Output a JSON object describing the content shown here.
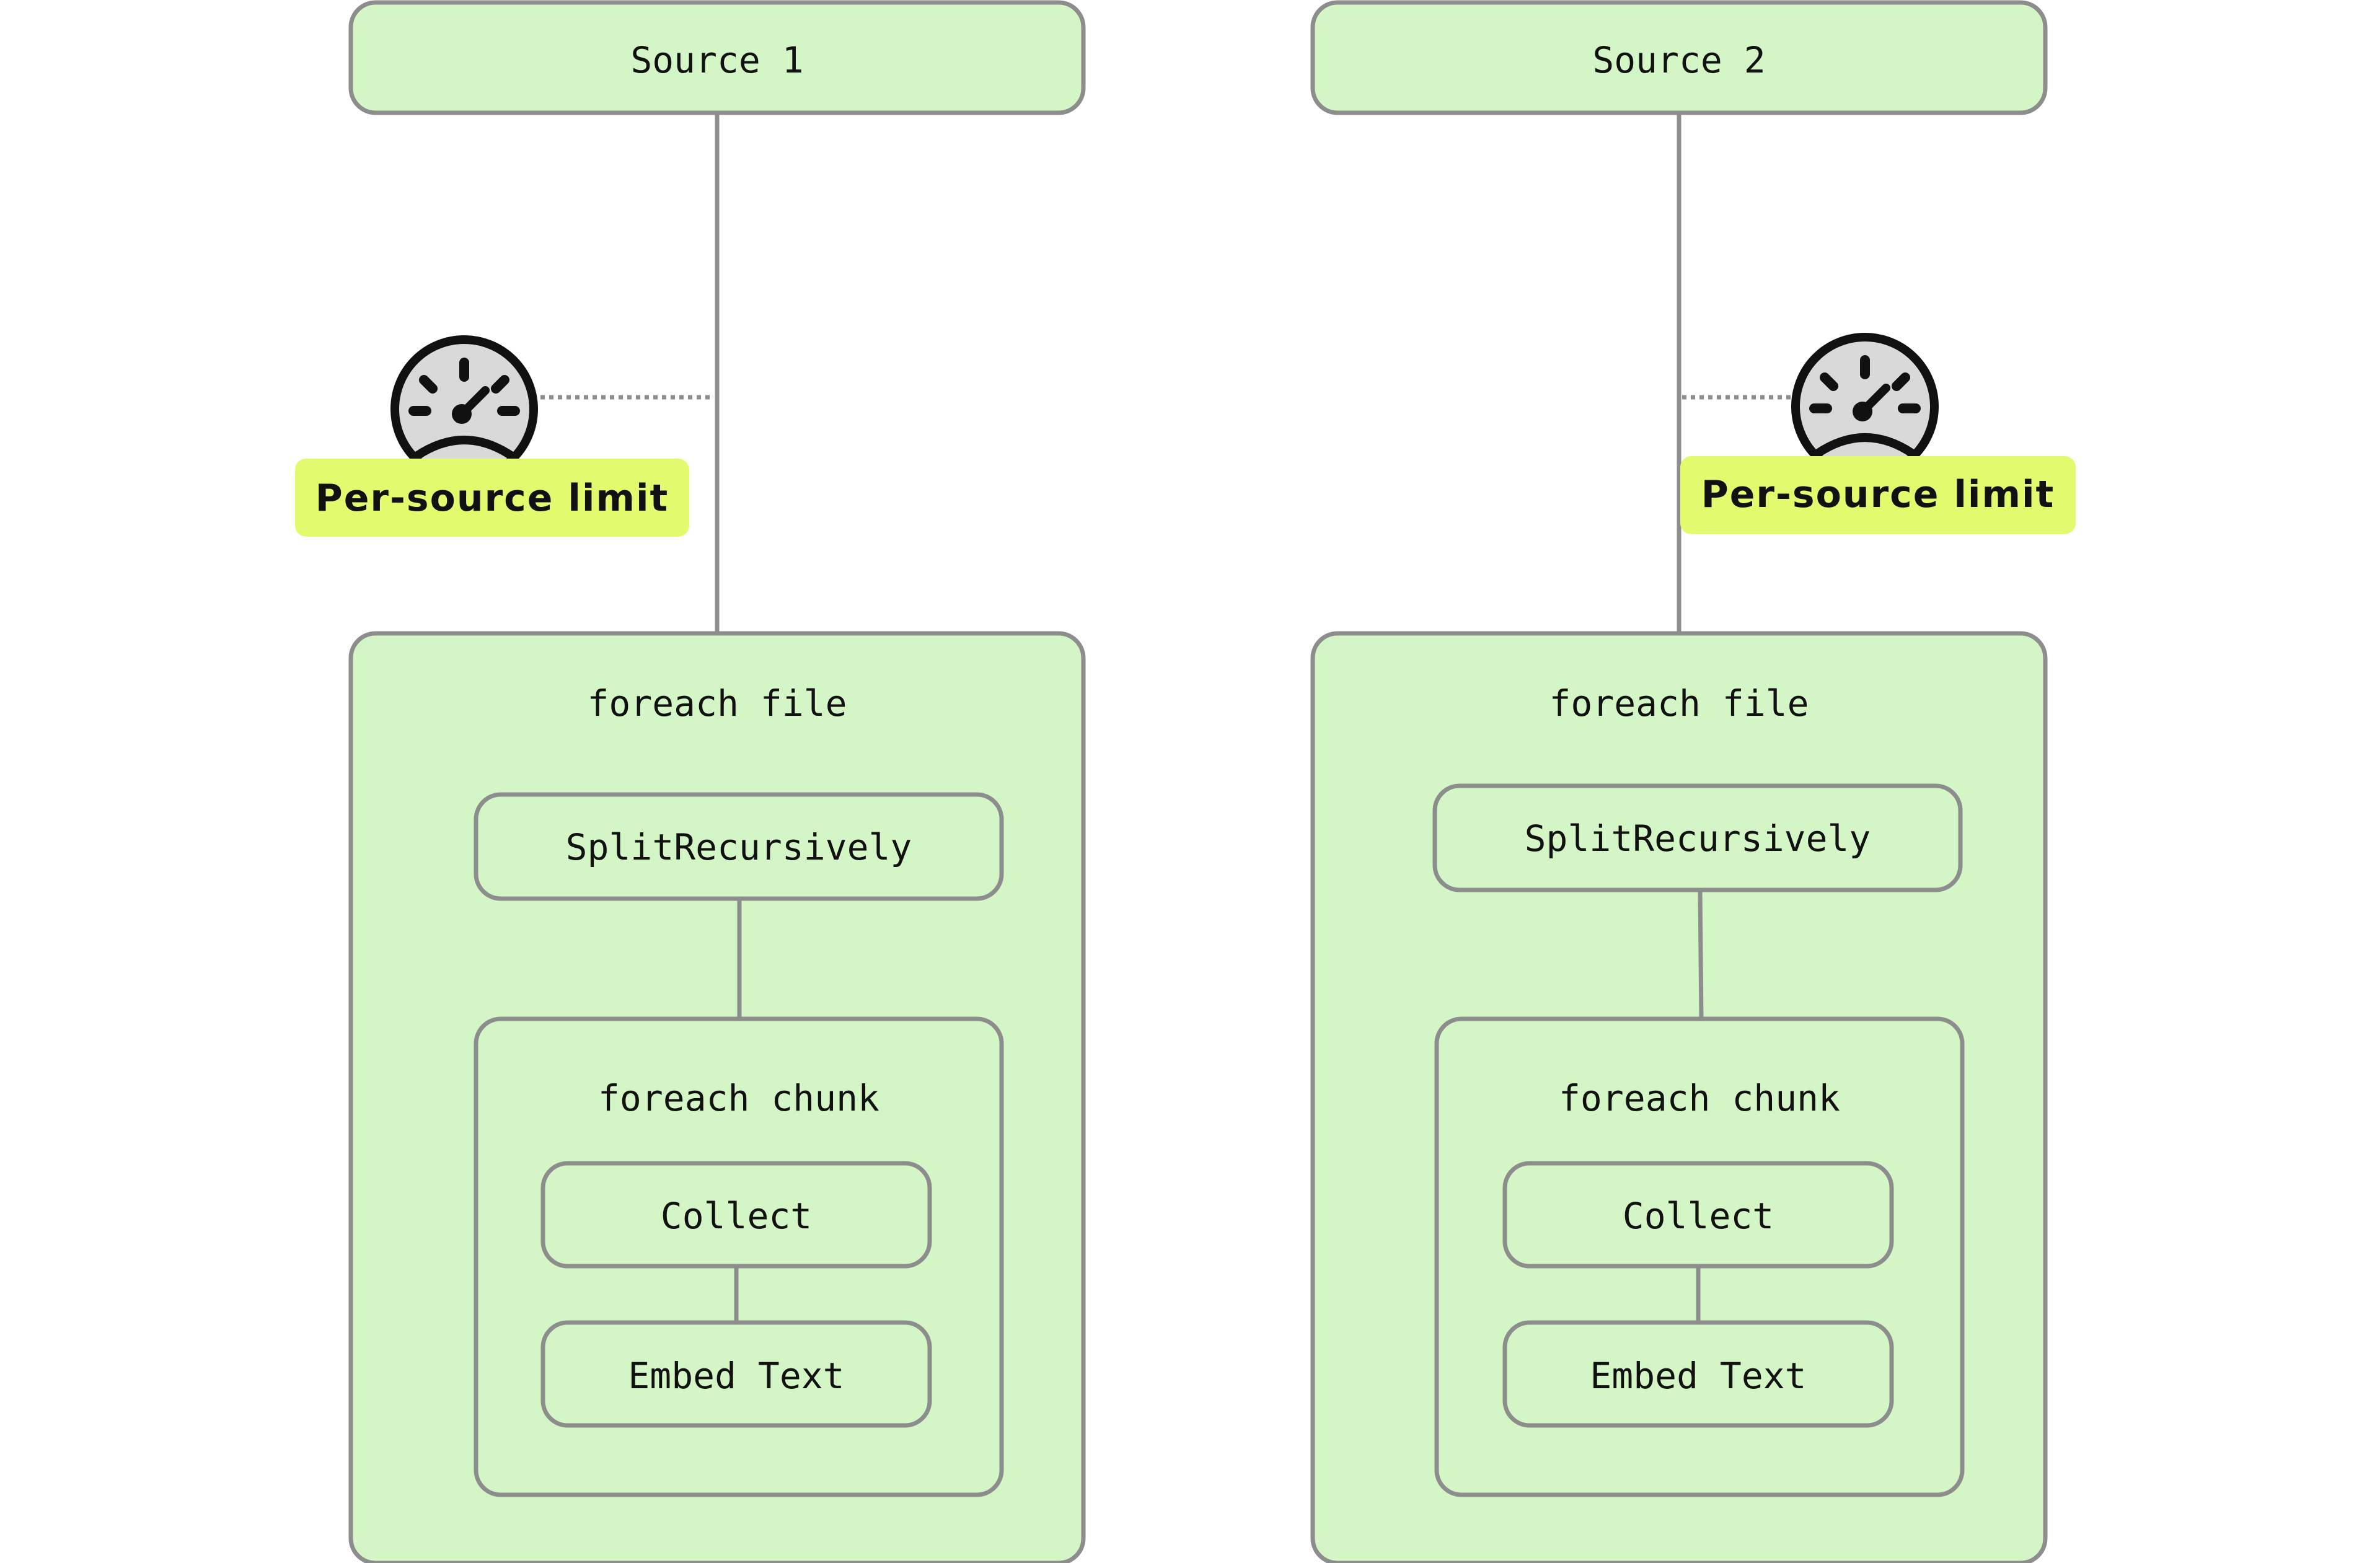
{
  "colors": {
    "node_fill": "#d4f6c6",
    "node_stroke": "#8d8d8d",
    "badge_fill": "#e2fb6e",
    "gauge_fill": "#d9d9d9",
    "gauge_ink": "#111111"
  },
  "icon": "speedometer-icon",
  "pipelines": [
    {
      "source": "Source 1",
      "limit_label": "Per-source limit",
      "foreach_file": "foreach file",
      "split": "SplitRecursively",
      "foreach_chunk": "foreach chunk",
      "collect": "Collect",
      "embed": "Embed Text"
    },
    {
      "source": "Source 2",
      "limit_label": "Per-source limit",
      "foreach_file": "foreach file",
      "split": "SplitRecursively",
      "foreach_chunk": "foreach chunk",
      "collect": "Collect",
      "embed": "Embed Text"
    }
  ]
}
